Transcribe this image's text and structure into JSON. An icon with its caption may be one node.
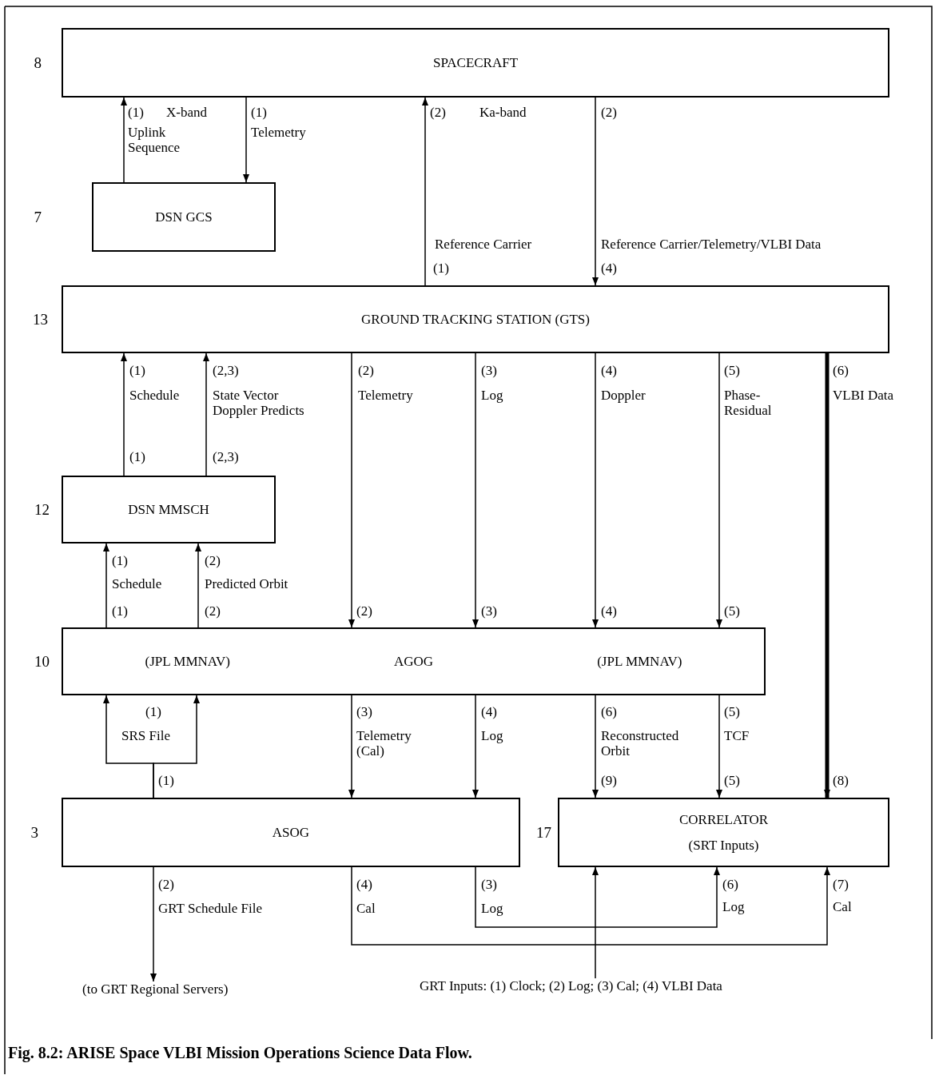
{
  "diagram": {
    "caption": "Fig. 8.2: ARISE Space VLBI Mission Operations Science Data Flow.",
    "nodes": [
      {
        "text": [
          "SPACECRAFT"
        ],
        "beside": [
          "8"
        ]
      },
      {
        "text": [
          "DSN GCS"
        ],
        "beside": [
          "7"
        ]
      },
      {
        "text": [
          "GROUND TRACKING STATION (GTS)"
        ],
        "beside": [
          "13"
        ]
      },
      {
        "text": [
          "DSN MMSCH"
        ],
        "beside": [
          "12"
        ]
      },
      {
        "text": [
          "(JPL MMNAV)",
          "AGOG",
          "(JPL MMNAV)"
        ],
        "beside": [
          "10"
        ]
      },
      {
        "text": [
          "ASOG"
        ],
        "beside": [
          "3"
        ]
      },
      {
        "text": [
          "CORRELATOR",
          "(SRT Inputs)"
        ],
        "beside": [
          "17"
        ]
      },
      {
        "text": [
          "(to GRT Regional Servers)"
        ]
      },
      {
        "text": [
          "GRT Inputs: (1) Clock; (2) Log; (3) Cal; (4) VLBI Data"
        ]
      }
    ],
    "edges": [
      {
        "from": 1,
        "to": 0,
        "arrow": "to",
        "label": "Uplink Sequence"
      },
      {
        "from": 0,
        "to": 1,
        "arrow": "to",
        "label": "Telemetry"
      },
      {
        "from": 2,
        "to": 0,
        "arrow": "to",
        "label": "Reference Carrier"
      },
      {
        "from": 0,
        "to": 2,
        "arrow": "to",
        "label": "Reference Carrier/Telemetry/VLBI Data"
      },
      {
        "from": 3,
        "to": 2,
        "arrow": "to",
        "label": "Schedule"
      },
      {
        "from": 3,
        "to": 2,
        "arrow": "to",
        "label": "State Vector Doppler Predicts"
      },
      {
        "from": 2,
        "to": 4,
        "arrow": "to",
        "label": "Telemetry"
      },
      {
        "from": 2,
        "to": 4,
        "arrow": "to",
        "label": "Log"
      },
      {
        "from": 2,
        "to": 4,
        "arrow": "to",
        "label": "Doppler"
      },
      {
        "from": 2,
        "to": 4,
        "arrow": "to",
        "label": "Phase-Residual"
      },
      {
        "from": 2,
        "to": 6,
        "arrow": "to",
        "label": "VLBI Data",
        "style": "thick"
      },
      {
        "from": 4,
        "to": 3,
        "arrow": "to",
        "label": "Schedule"
      },
      {
        "from": 4,
        "to": 3,
        "arrow": "to",
        "label": "Predicted Orbit"
      },
      {
        "from": 5,
        "to": 4,
        "arrow": "to",
        "label": "SRS File"
      },
      {
        "from": 5,
        "to": 4,
        "arrow": "to"
      },
      {
        "from": 4,
        "to": 5,
        "arrow": "to",
        "label": "Telemetry (Cal)"
      },
      {
        "from": 4,
        "to": 5,
        "arrow": "to",
        "label": "Log"
      },
      {
        "from": 4,
        "to": 6,
        "arrow": "to",
        "label": "Reconstructed Orbit"
      },
      {
        "from": 4,
        "to": 6,
        "arrow": "to",
        "label": "TCF"
      },
      {
        "from": 5,
        "to": 7,
        "arrow": "to",
        "label": "GRT Schedule File"
      },
      {
        "from": 5,
        "to": 6,
        "arrow": "to",
        "label": "Log"
      },
      {
        "from": 5,
        "to": 6,
        "arrow": "to",
        "label": "Cal"
      },
      {
        "from": 8,
        "to": 6,
        "arrow": "to"
      }
    ],
    "labels": [
      "(1)",
      "X-band",
      "(1)",
      "(2)",
      "Ka-band",
      "(2)",
      "(1)",
      "(4)",
      "(1)",
      "(2,3)",
      "(2)",
      "(3)",
      "(4)",
      "(5)",
      "(6)",
      "(1)",
      "(2,3)",
      "(1)",
      "(2)",
      "(1)",
      "(2)",
      "(2)",
      "(3)",
      "(4)",
      "(5)",
      "(1)",
      "(3)",
      "(4)",
      "(6)",
      "(5)",
      "(1)",
      "(9)",
      "(5)",
      "(8)",
      "(2)",
      "(4)",
      "(3)",
      "(6)",
      "Log",
      "(7)",
      "Cal"
    ]
  }
}
